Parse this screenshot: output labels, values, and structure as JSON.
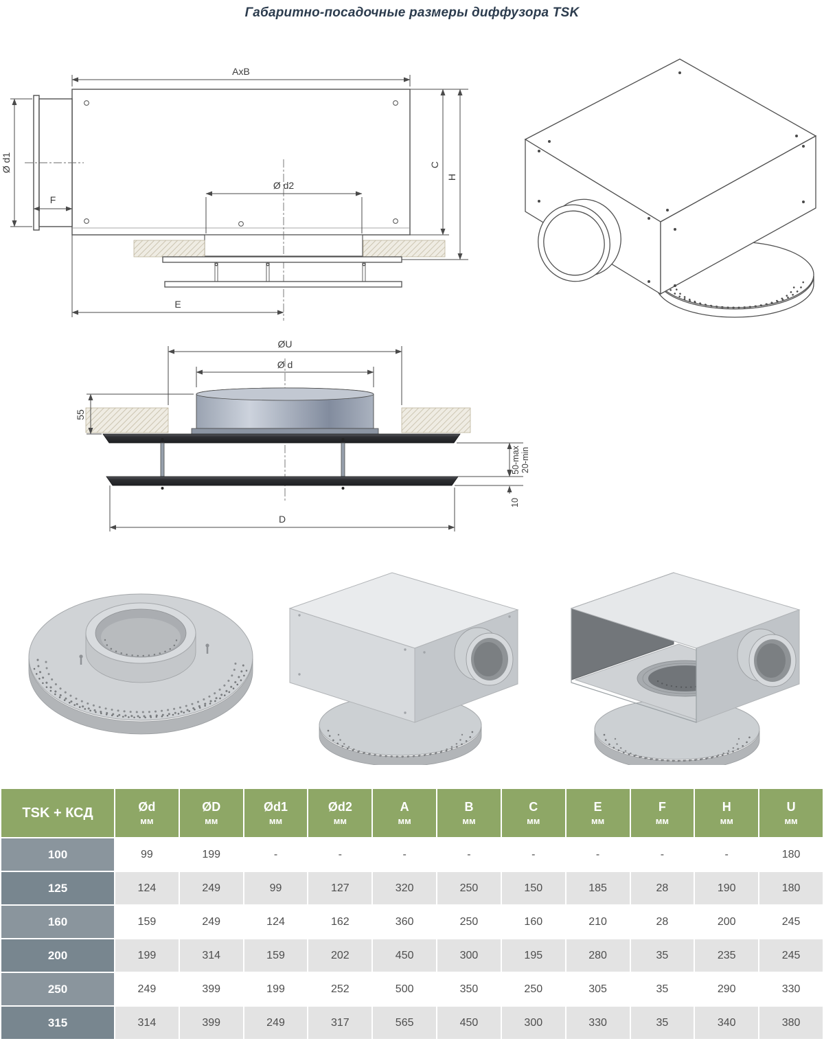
{
  "colors": {
    "table_header_green": "#8EA766",
    "row_label_dark": "#78868F",
    "row_label_light": "#8A959D",
    "row_alt_gray": "#E3E3E3",
    "drawing_line": "#4A4A4A",
    "title_text": "#2C3C4E"
  },
  "page": {
    "title": "Габаритно-посадочные размеры диффузора TSK"
  },
  "diagrams": {
    "side_view": {
      "axb": "AxB",
      "d1": "Ø d1",
      "f": "F",
      "d2": "Ø d2",
      "c": "C",
      "h": "H",
      "e": "E"
    },
    "section_view": {
      "u": "ØU",
      "d": "Ø d",
      "h55": "55",
      "gap_max": "50-max",
      "gap_min": "20-min",
      "t10": "10",
      "diameter_big": "D"
    }
  },
  "table": {
    "row_header": "TSK + КСД",
    "unit": "мм",
    "columns": [
      "Ød",
      "ØD",
      "Ød1",
      "Ød2",
      "A",
      "B",
      "C",
      "E",
      "F",
      "H",
      "U"
    ],
    "rows": [
      {
        "size": "100",
        "values": [
          "99",
          "199",
          "-",
          "-",
          "-",
          "-",
          "-",
          "-",
          "-",
          "-",
          "180"
        ]
      },
      {
        "size": "125",
        "values": [
          "124",
          "249",
          "99",
          "127",
          "320",
          "250",
          "150",
          "185",
          "28",
          "190",
          "180"
        ]
      },
      {
        "size": "160",
        "values": [
          "159",
          "249",
          "124",
          "162",
          "360",
          "250",
          "160",
          "210",
          "28",
          "200",
          "245"
        ]
      },
      {
        "size": "200",
        "values": [
          "199",
          "314",
          "159",
          "202",
          "450",
          "300",
          "195",
          "280",
          "35",
          "235",
          "245"
        ]
      },
      {
        "size": "250",
        "values": [
          "249",
          "399",
          "199",
          "252",
          "500",
          "350",
          "250",
          "305",
          "35",
          "290",
          "330"
        ]
      },
      {
        "size": "315",
        "values": [
          "314",
          "399",
          "249",
          "317",
          "565",
          "450",
          "300",
          "330",
          "35",
          "340",
          "380"
        ]
      }
    ]
  }
}
